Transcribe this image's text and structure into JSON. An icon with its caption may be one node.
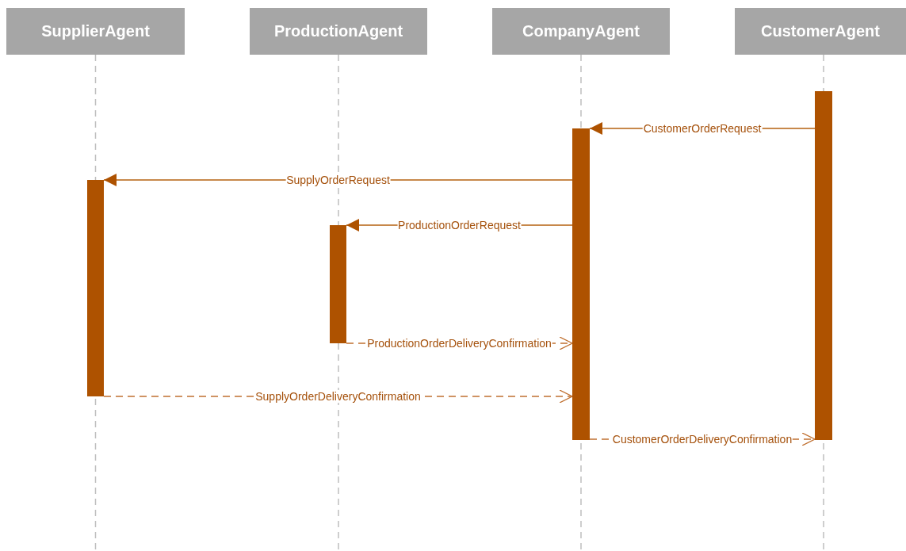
{
  "diagram": {
    "nodes": [
      {
        "text": [
          "SupplierAgent"
        ]
      },
      {
        "text": [
          "ProductionAgent"
        ]
      },
      {
        "text": [
          "CompanyAgent"
        ]
      },
      {
        "text": [
          "CustomerAgent"
        ]
      },
      {
        "text": [],
        "shape": "bar"
      },
      {
        "text": [],
        "shape": "bar"
      },
      {
        "text": [],
        "shape": "bar"
      },
      {
        "text": [],
        "shape": "bar"
      }
    ],
    "edges": [
      {
        "from": 7,
        "to": 6,
        "arrow": "to",
        "label": "CustomerOrderRequest"
      },
      {
        "from": 6,
        "to": 4,
        "arrow": "to",
        "label": "SupplyOrderRequest"
      },
      {
        "from": 6,
        "to": 5,
        "arrow": "to",
        "label": "ProductionOrderRequest"
      },
      {
        "from": 5,
        "to": 6,
        "arrow": "to",
        "label": "ProductionOrderDeliveryConfirmation",
        "style": "dashed"
      },
      {
        "from": 4,
        "to": 6,
        "arrow": "to",
        "label": "SupplyOrderDeliveryConfirmation",
        "style": "dashed"
      },
      {
        "from": 6,
        "to": 7,
        "arrow": "to",
        "label": "CustomerOrderDeliveryConfirmation",
        "style": "dashed"
      }
    ]
  }
}
